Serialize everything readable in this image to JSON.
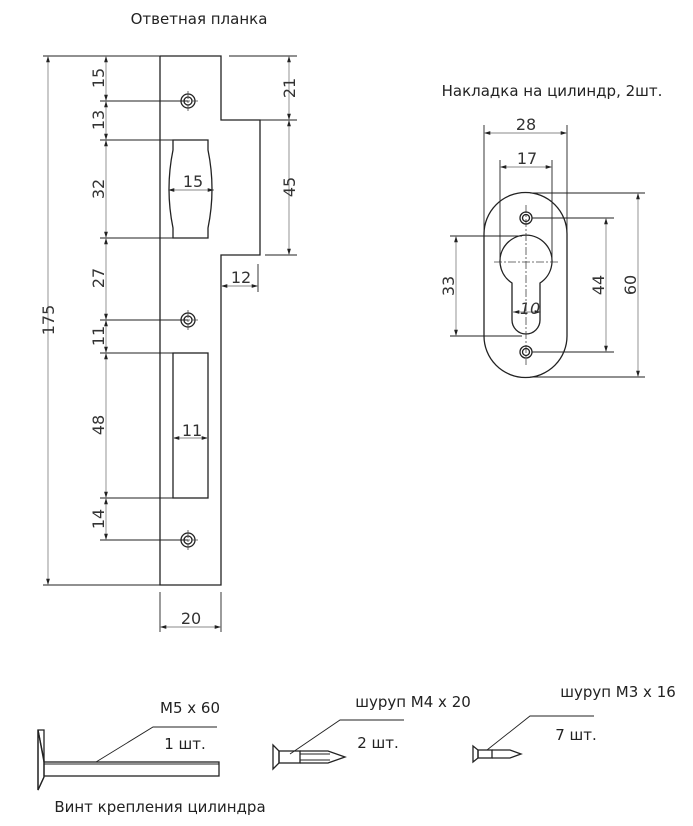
{
  "strike_plate": {
    "title": "Ответная планка",
    "dims": {
      "total_height": "175",
      "top_to_hole": "15",
      "hole_to_opening": "13",
      "opening_height": "32",
      "opening_width": "15",
      "opening_to_hole": "27",
      "hole_to_slot": "11",
      "slot_height": "48",
      "slot_width": "11",
      "slot_to_hole": "14",
      "top_step": "21",
      "lip_height": "45",
      "lip_width": "12",
      "plate_width": "20"
    }
  },
  "cylinder_plate": {
    "title": "Накладка на цилиндр, 2шт.",
    "dims": {
      "outer_width": "28",
      "hole_width": "17",
      "keyhole_height": "33",
      "slot_width": "10",
      "screw_spacing": "44",
      "height": "60"
    }
  },
  "hardware": [
    {
      "spec": "M5 x 60",
      "qty": "1 шт.",
      "caption": "Винт крепления цилиндра"
    },
    {
      "spec": "шуруп M4 x 20",
      "qty": "2 шт."
    },
    {
      "spec": "шуруп M3 x 16",
      "qty": "7 шт."
    }
  ]
}
